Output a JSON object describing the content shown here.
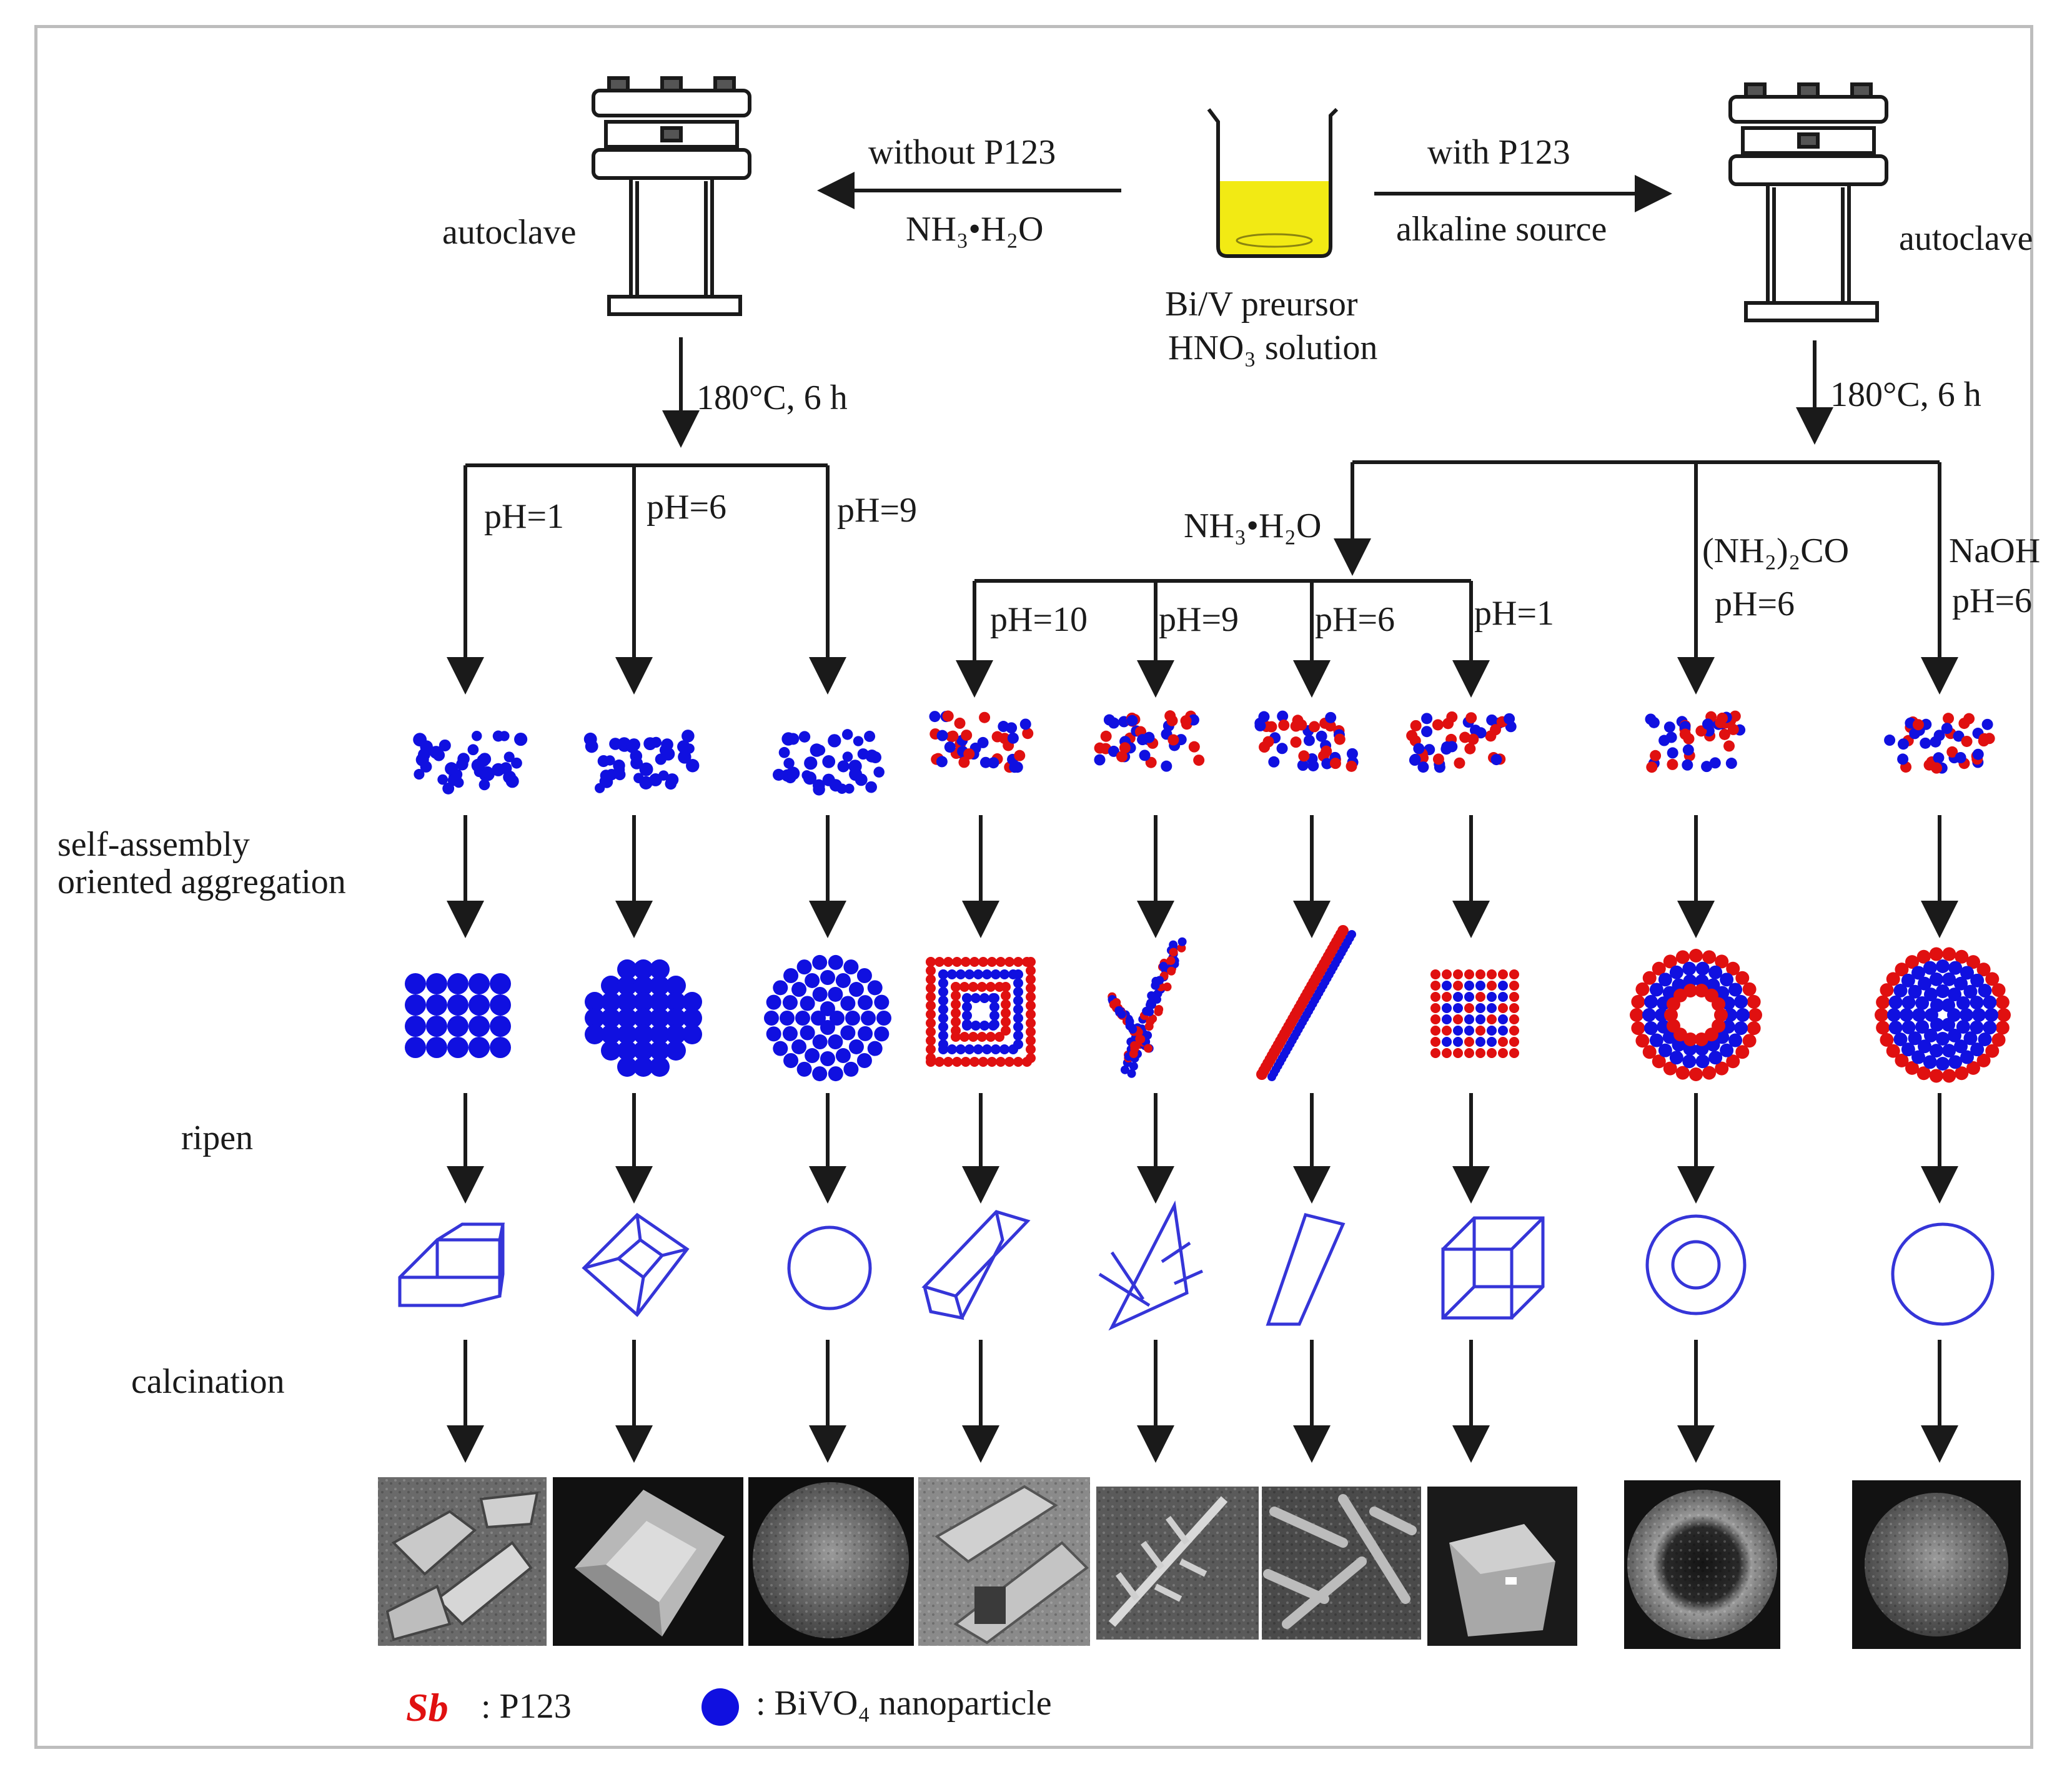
{
  "top": {
    "autoclave_left": "autoclave",
    "autoclave_right": "autoclave",
    "without_line1": "without P123",
    "without_line2": "NH₃•H₂O",
    "with_line1": "with P123",
    "with_line2": "alkaline source",
    "precursor_line1": "Bi/V preursor",
    "precursor_line2": "HNO₃ solution",
    "cond_left": "180°C, 6 h",
    "cond_right": "180°C, 6 h"
  },
  "branches": {
    "left": [
      "pH=1",
      "pH=6",
      "pH=9"
    ],
    "nh3_label": "NH₃•H₂O",
    "nh3": [
      "pH=10",
      "pH=9",
      "pH=6",
      "pH=1"
    ],
    "urea_line1": "(NH₂)₂CO",
    "urea_line2": "pH=6",
    "naoh_line1": "NaOH",
    "naoh_line2": "pH=6"
  },
  "stages": {
    "self_assembly_line1": "self-assembly",
    "self_assembly_line2": "oriented aggregation",
    "ripen": "ripen",
    "calcination": "calcination"
  },
  "legend": {
    "p123_glyph": "Sb",
    "p123_label": ": P123",
    "bivo4_label": ": BiVO₄ nanoparticle"
  },
  "colors": {
    "bivo4": "#1010e0",
    "p123": "#e01010",
    "outline": "#3535d8",
    "solution": "#f2ea14",
    "arrow": "#1a1a1a"
  }
}
